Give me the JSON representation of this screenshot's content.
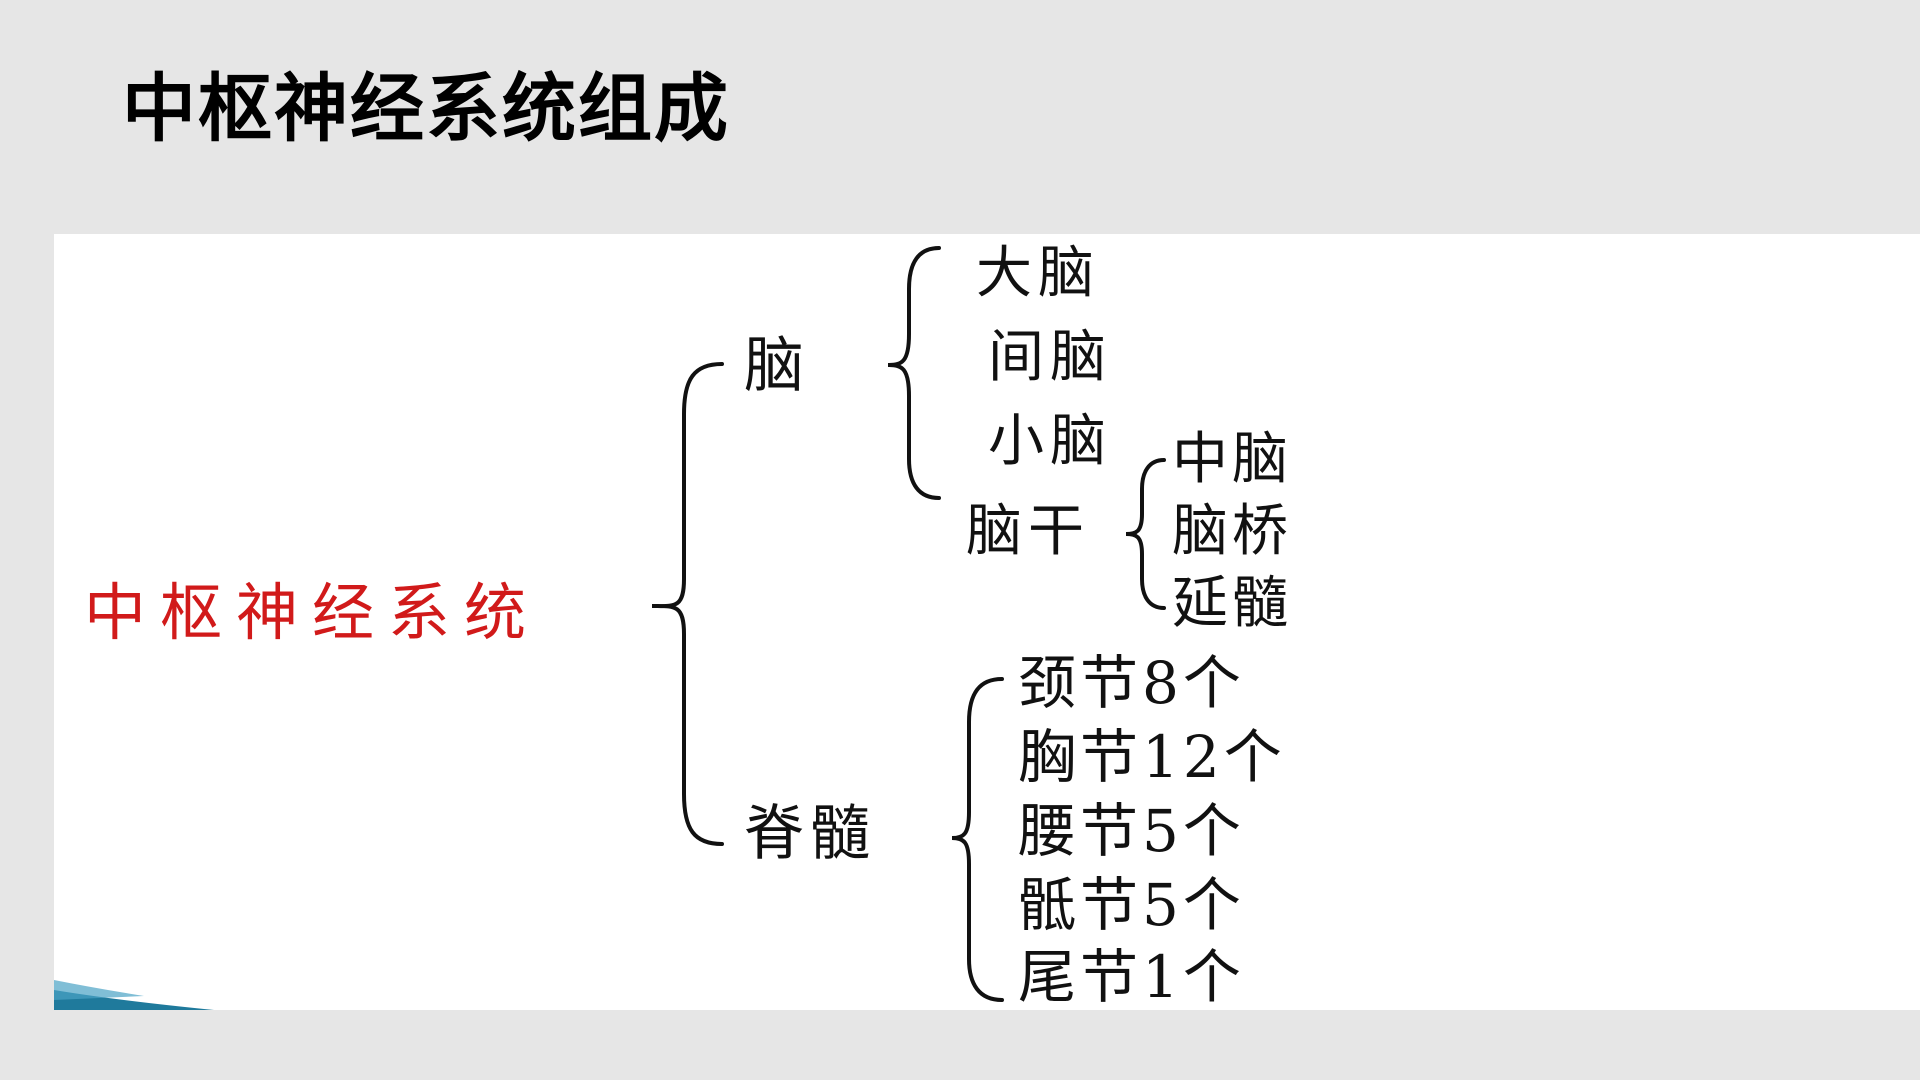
{
  "slide": {
    "title": "中枢神经系统组成"
  },
  "diagram": {
    "root": "中枢神经系统",
    "brain": {
      "label": "脑",
      "parts": [
        "大脑",
        "间脑",
        "小脑",
        "脑干"
      ],
      "brainstem": {
        "label": "脑干",
        "parts": [
          "中脑",
          "脑桥",
          "延髓"
        ]
      }
    },
    "spinal_cord": {
      "label": "脊髓",
      "segments": [
        "颈节8个",
        "胸节12个",
        "腰节5个",
        "骶节5个",
        "尾节1个"
      ]
    }
  },
  "colors": {
    "background": "#e6e6e6",
    "panel": "#ffffff",
    "root_text": "#d11a1a",
    "text": "#111111",
    "accent": "#1f7a9c"
  }
}
